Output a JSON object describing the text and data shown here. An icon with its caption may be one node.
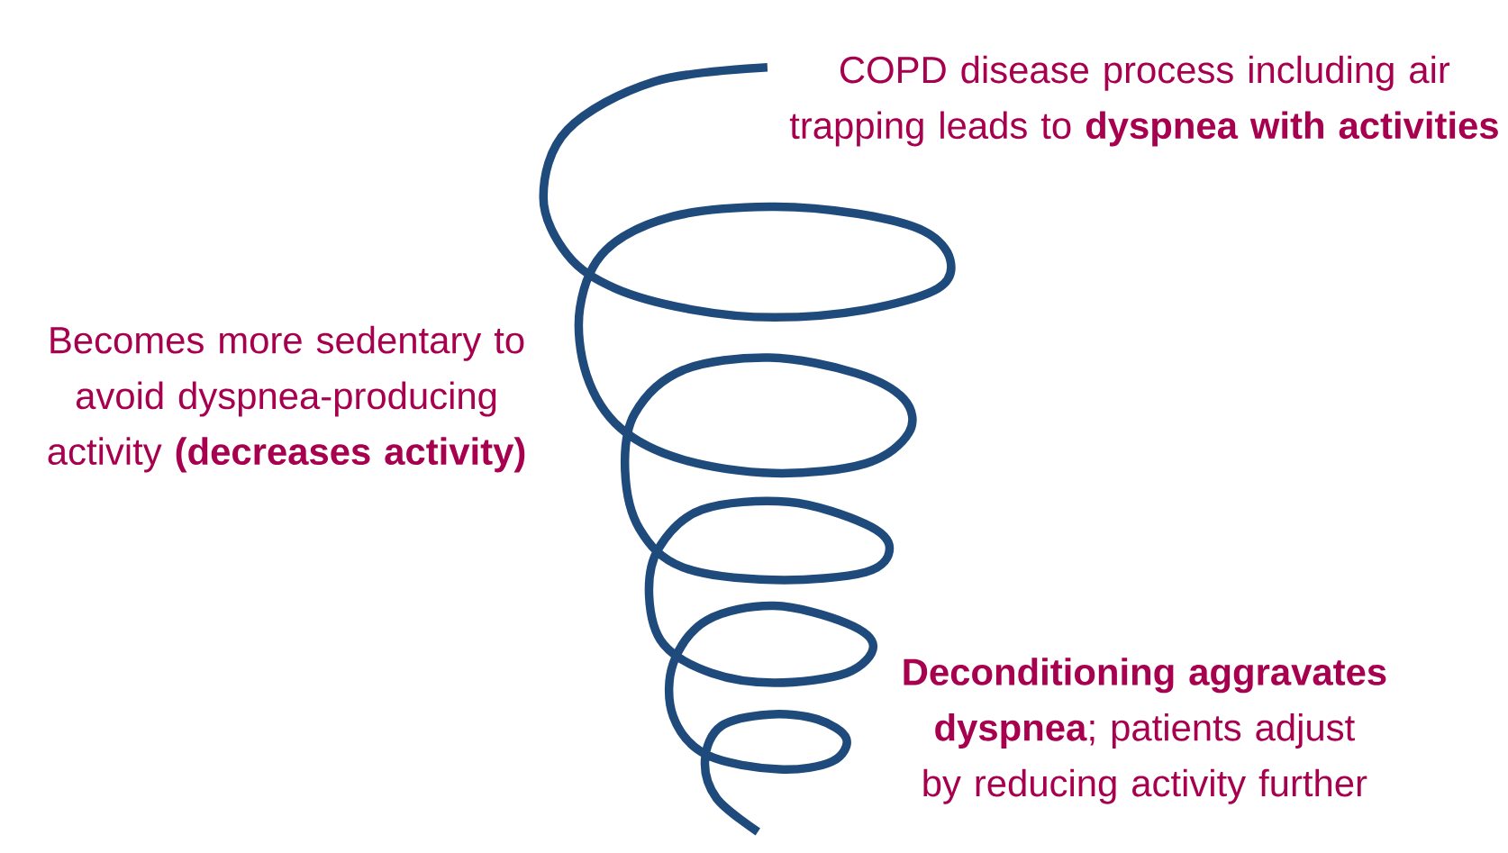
{
  "diagram": {
    "labels": [
      "COPD disease process including air trapping leads to **dyspnea with activities**",
      "Becomes more sedentary to avoid dyspnea-producing activity **(decreases activity)**",
      "**Deconditioning aggravates dyspnea**; patients adjust by reducing activity further"
    ]
  }
}
